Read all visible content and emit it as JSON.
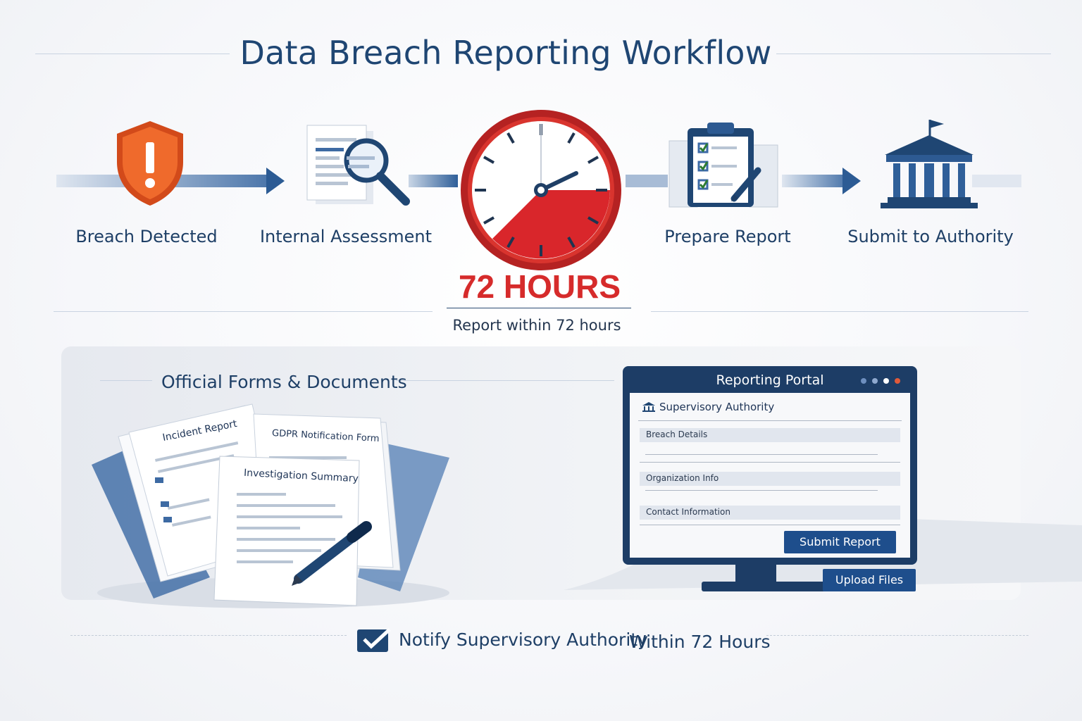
{
  "title": "Data Breach Reporting Workflow",
  "steps": [
    {
      "label": "Breach Detected",
      "icon": "shield-alert-icon"
    },
    {
      "label": "Internal Assessment",
      "icon": "document-magnifier-icon"
    },
    {
      "label": "Prepare Report",
      "icon": "clipboard-checklist-icon"
    },
    {
      "label": "Submit to Authority",
      "icon": "government-building-icon"
    }
  ],
  "deadline": {
    "headline": "72 HOURS",
    "caption": "Report within 72 hours",
    "icon": "clock-icon"
  },
  "forms": {
    "title": "Official Forms & Documents",
    "documents": [
      "Incident Report",
      "GDPR Notification Form",
      "Investigation Summary"
    ]
  },
  "portal": {
    "title": "Reporting Portal",
    "authority": "Supervisory Authority",
    "fields": [
      "Breach Details",
      "Organization Info",
      "Contact Information"
    ],
    "submit_label": "Submit Report",
    "upload_label": "Upload Files"
  },
  "footer": {
    "text": "Notify Supervisory Authority",
    "deadline": "Within 72 Hours"
  },
  "colors": {
    "navy": "#1e3f66",
    "red": "#d62b2b",
    "orange": "#e8642a",
    "button": "#1e4e8c"
  }
}
